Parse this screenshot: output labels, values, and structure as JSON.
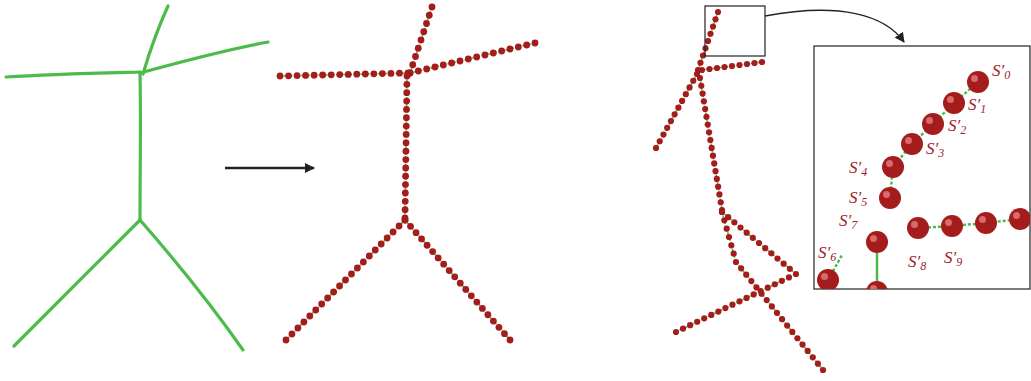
{
  "diagram": {
    "labels": [
      "S′0",
      "S′1",
      "S′2",
      "S′3",
      "S′4",
      "S′5",
      "S′6",
      "S′7",
      "S′8",
      "S′9"
    ]
  }
}
